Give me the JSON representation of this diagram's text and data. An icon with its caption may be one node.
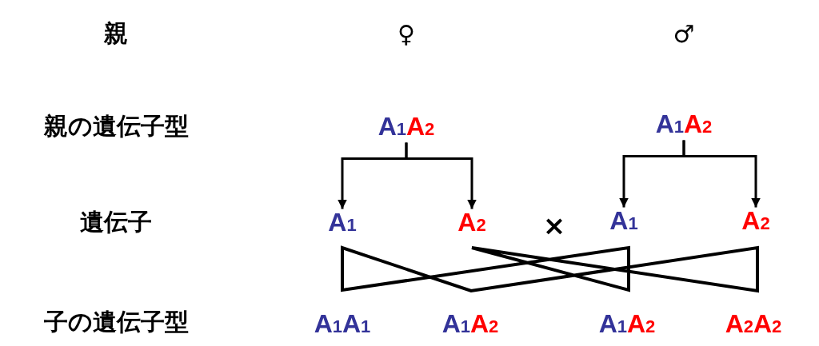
{
  "diagram": {
    "nodes": [
      {
        "text": [
          "A$_{1}$",
          "A$_{2}$"
        ]
      },
      {
        "text": [
          "A$_{1}$",
          "A$_{2}$"
        ]
      },
      {
        "text": [
          "A$_{1}$"
        ]
      },
      {
        "text": [
          "A$_{2}$"
        ]
      },
      {
        "text": [
          "A$_{1}$"
        ]
      },
      {
        "text": [
          "A$_{2}$"
        ]
      },
      {
        "text": [
          "A$_{1}$",
          "A$_{1}$"
        ]
      },
      {
        "text": [
          "A$_{1}$",
          "A$_{2}$"
        ]
      },
      {
        "text": [
          "A$_{1}$",
          "A$_{2}$"
        ]
      },
      {
        "text": [
          "A$_{2}$",
          "A$_{2}$"
        ]
      }
    ],
    "edges": [
      {
        "from": 0,
        "to": 2,
        "arrow": "to"
      },
      {
        "from": 0,
        "to": 3,
        "arrow": "to"
      },
      {
        "from": 1,
        "to": 4,
        "arrow": "to"
      },
      {
        "from": 1,
        "to": 5,
        "arrow": "to"
      }
    ],
    "labels": [
      "親",
      "♀",
      "♂",
      "親の遺伝子型",
      "遺伝子",
      "×",
      "子の遺伝子型"
    ]
  }
}
